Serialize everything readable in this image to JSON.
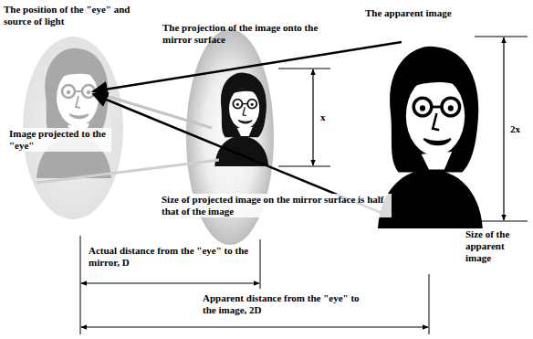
{
  "diagram": {
    "labels": [
      "The position of the \"eye\" and source of light",
      "The apparent image",
      "The projection of the image onto the mirror surface",
      "x",
      "2x",
      "Image projected to the \"eye\"",
      "Size of projected image on the mirror surface is half that of the image",
      "Size of the apparent image",
      "Actual distance from the \"eye\" to the mirror, D",
      "Apparent distance from the \"eye\" to the image, 2D"
    ]
  }
}
